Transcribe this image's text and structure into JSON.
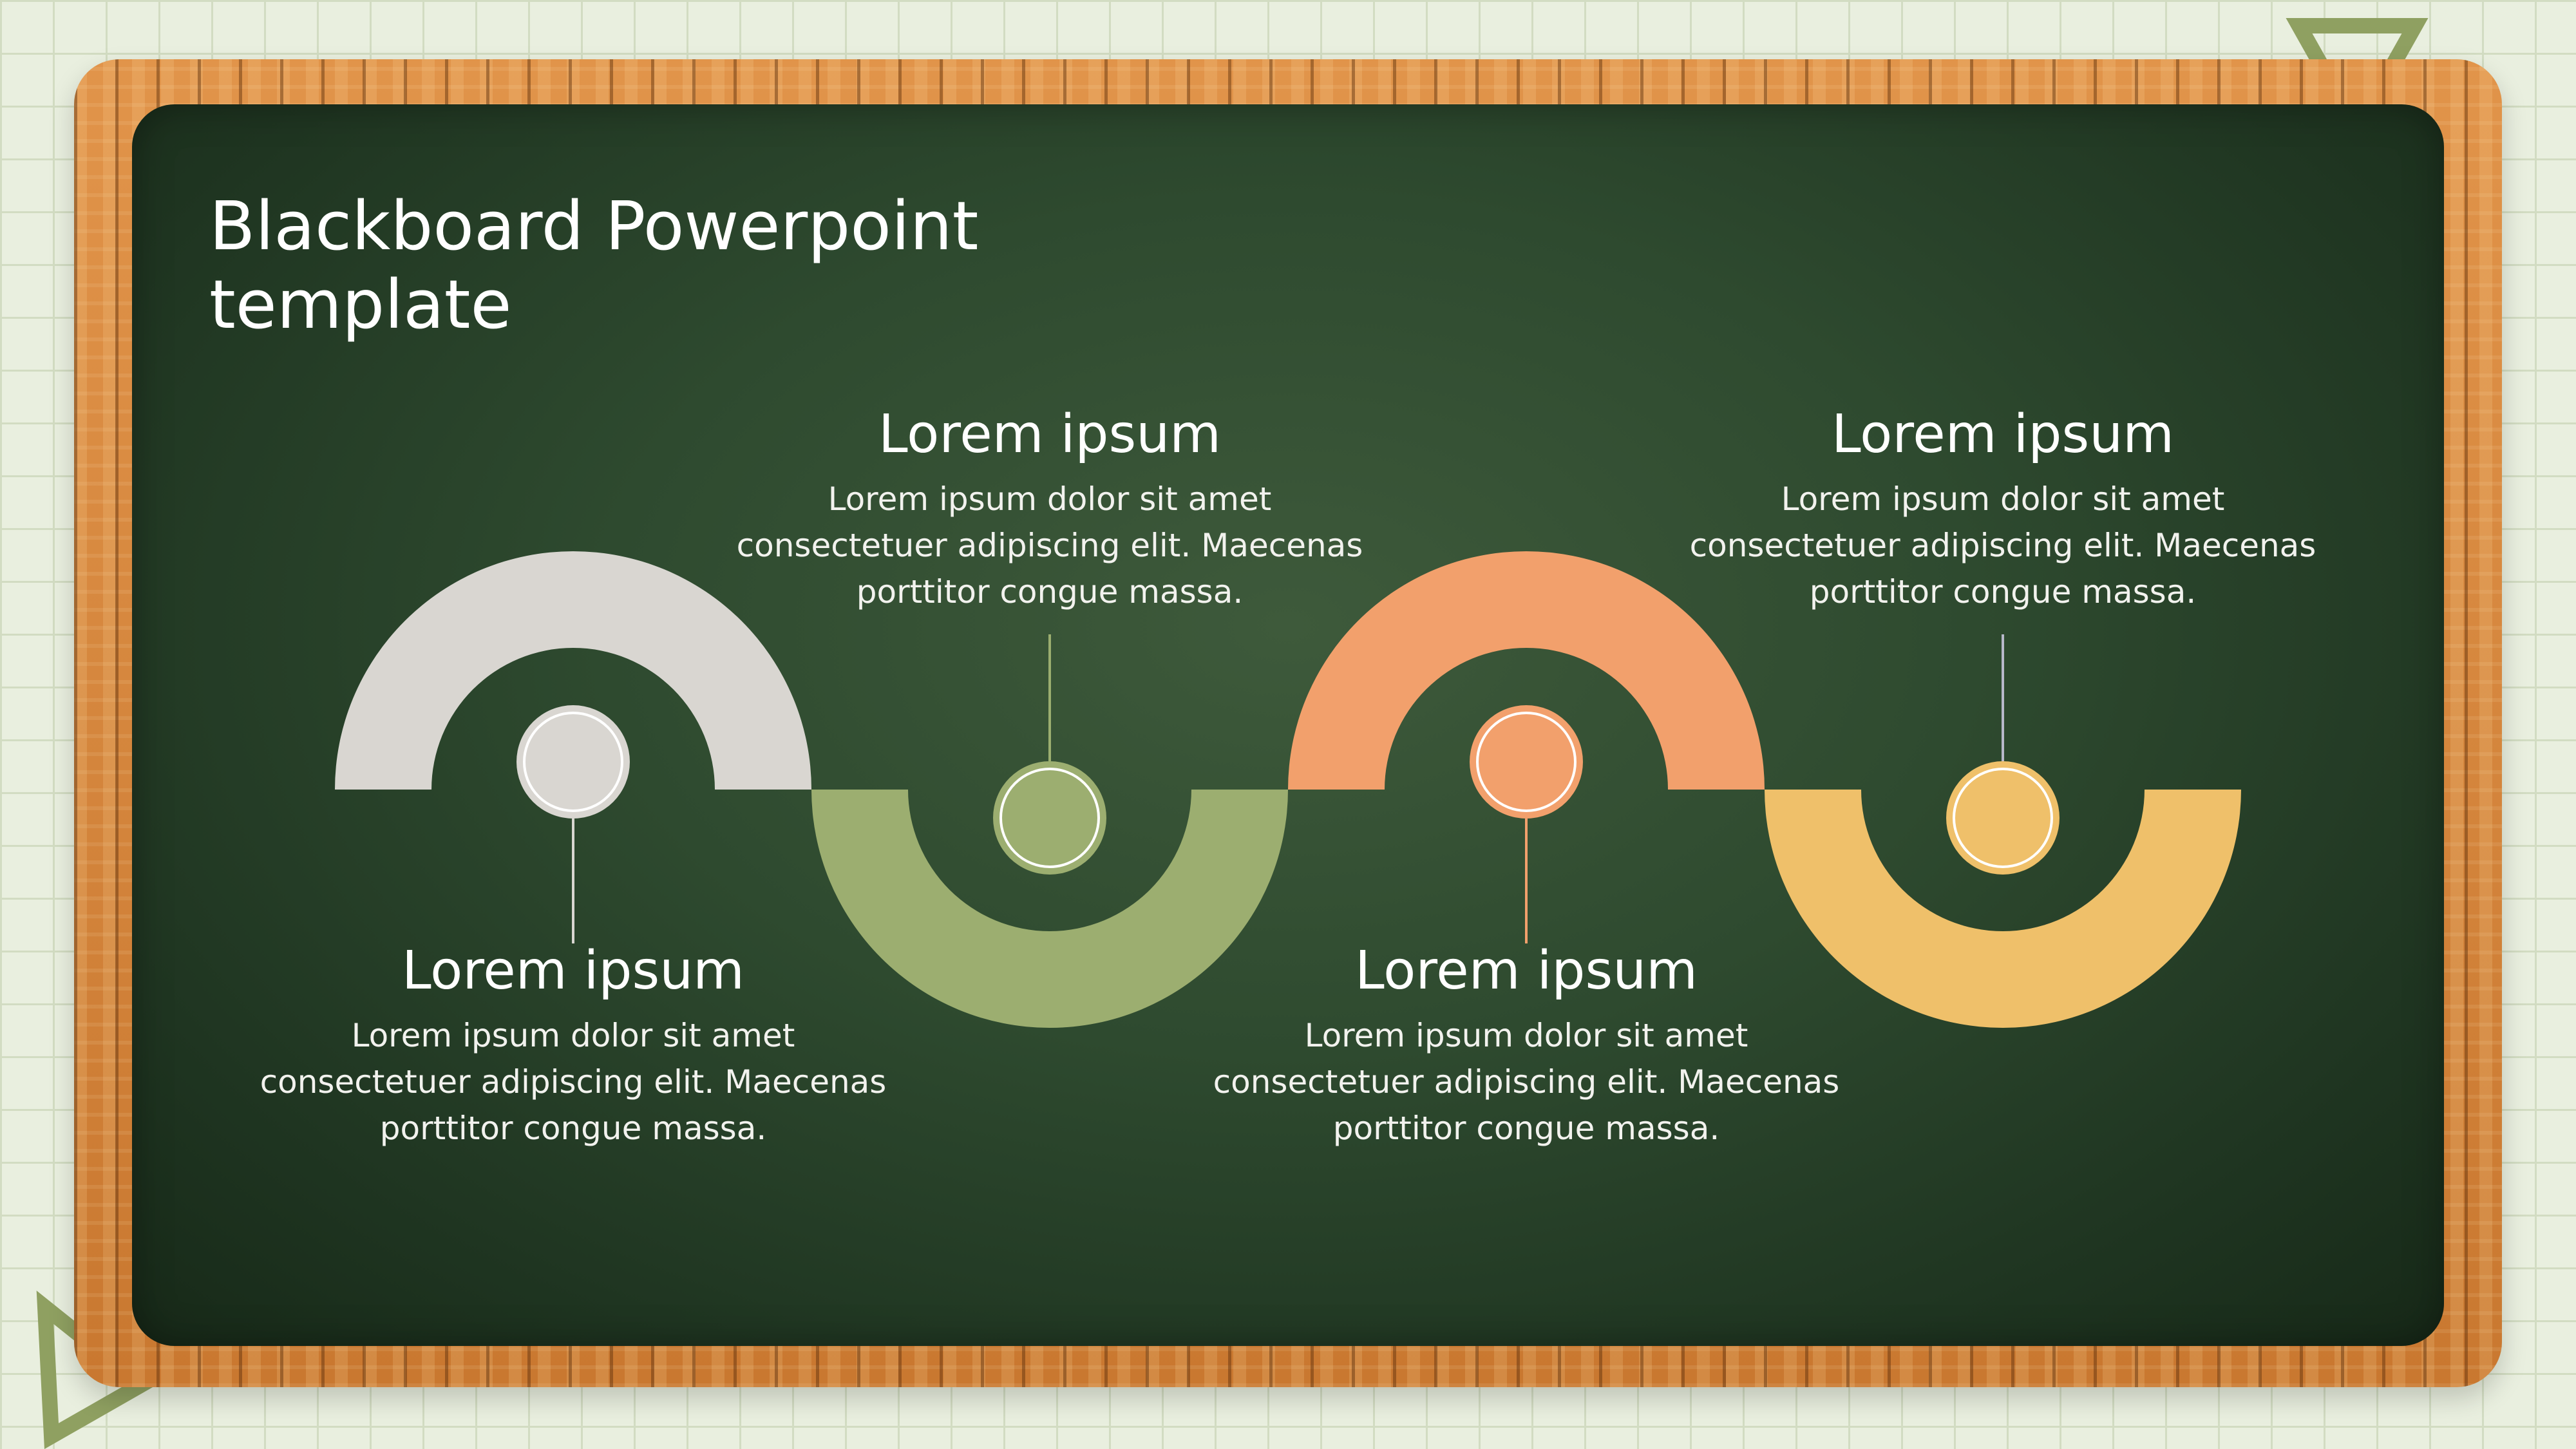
{
  "slide": {
    "title": "Blackboard Powerpoint\ntemplate"
  },
  "colors": {
    "board": "#2e4a2f",
    "frame": "#d98a3a",
    "grid_paper": "#e9efdf",
    "triangle": "#8fa061"
  },
  "steps": [
    {
      "heading": "Lorem ipsum",
      "text": "Lorem ipsum dolor sit amet\nconsectetuer adipiscing elit. Maecenas\nporttitor congue massa.",
      "color": "#d9d6d1",
      "orientation": "up",
      "label_position": "below"
    },
    {
      "heading": "Lorem ipsum",
      "text": "Lorem ipsum dolor sit amet\nconsectetuer adipiscing elit. Maecenas\nporttitor congue massa.",
      "color": "#9cae70",
      "orientation": "down",
      "label_position": "above"
    },
    {
      "heading": "Lorem ipsum",
      "text": "Lorem ipsum dolor sit amet\nconsectetuer adipiscing elit. Maecenas\nporttitor congue massa.",
      "color": "#f2a06c",
      "orientation": "up",
      "label_position": "below"
    },
    {
      "heading": "Lorem ipsum",
      "text": "Lorem ipsum dolor sit amet\nconsectetuer adipiscing elit. Maecenas\nporttitor congue massa.",
      "color": "#efc06a",
      "orientation": "down",
      "label_position": "above"
    }
  ]
}
